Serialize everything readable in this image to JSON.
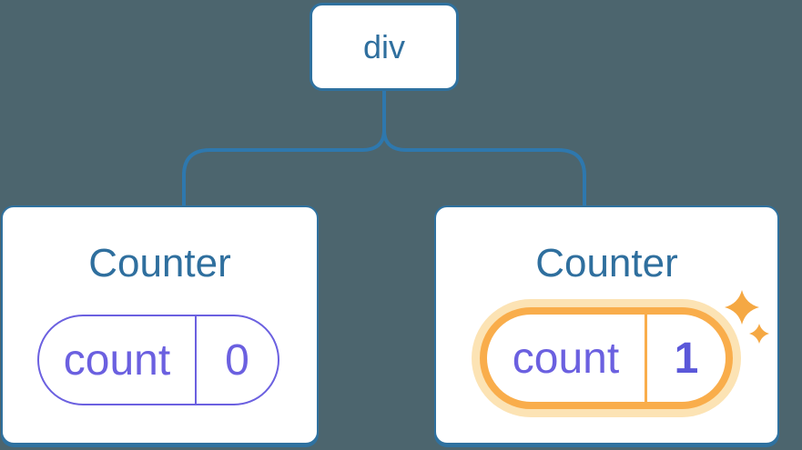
{
  "palette": {
    "background": "#4C656E",
    "card_bg": "#FFFFFF",
    "blue_border": "#2F719F",
    "blue_line": "#2E78AE",
    "blue_text": "#2F6F9E",
    "purple": "#6B60E0",
    "purple_bold": "#5B58D9",
    "orange": "#F9AD4B",
    "orange_halo": "#FCE3B4",
    "orange_sparkle": "#F5A843"
  },
  "tree": {
    "root": {
      "label": "div"
    },
    "children": [
      {
        "title": "Counter",
        "state_pill": {
          "key": "count",
          "value": "0"
        },
        "highlighted": false
      },
      {
        "title": "Counter",
        "state_pill": {
          "key": "count",
          "value": "1"
        },
        "highlighted": true
      }
    ]
  },
  "icons": {
    "sparkle_large": "sparkle-icon",
    "sparkle_small": "sparkle-icon"
  }
}
